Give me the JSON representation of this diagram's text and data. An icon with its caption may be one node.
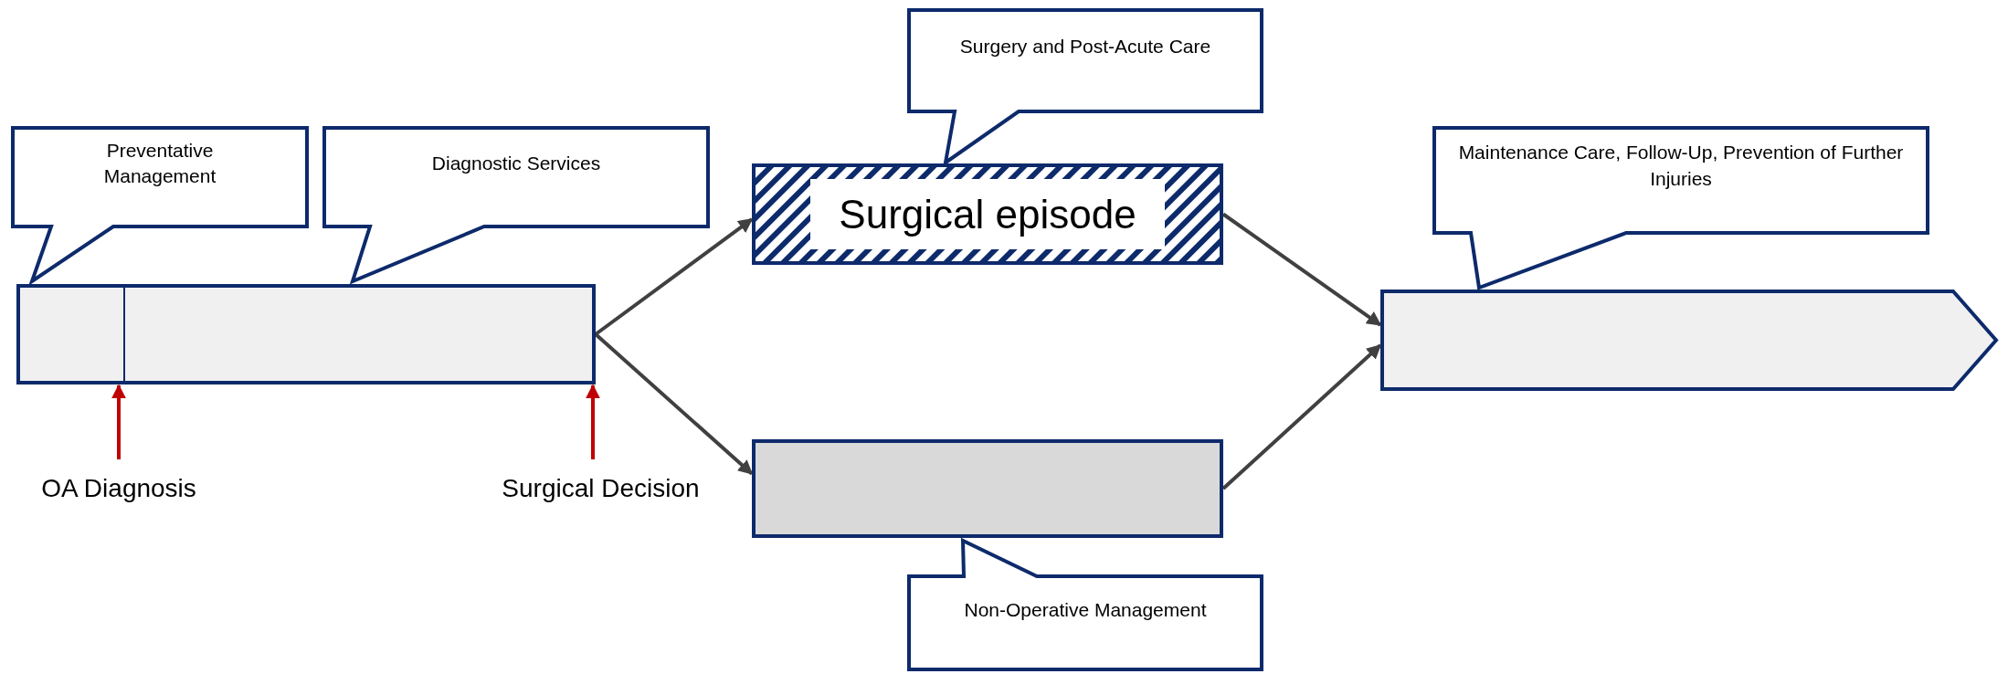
{
  "diagram": {
    "nodes": [
      {
        "text": [
          "Preventative Management"
        ]
      },
      {
        "text": [
          "Diagnostic Services"
        ]
      },
      {
        "text": [],
        "shape": "bar"
      },
      {
        "text": [
          "Surgical episode"
        ]
      },
      {
        "text": [
          "Surgery and Post-Acute Care"
        ]
      },
      {
        "text": [],
        "shape": "box"
      },
      {
        "text": [
          "Non-Operative Management"
        ]
      },
      {
        "text": [],
        "shape": "pentagon"
      },
      {
        "text": [
          "Maintenance Care, Follow-Up, Prevention of Further Injuries"
        ]
      },
      {
        "text": [
          "OA Diagnosis"
        ]
      },
      {
        "text": [
          "Surgical Decision"
        ]
      }
    ],
    "edges": [
      {
        "from": 2,
        "to": 3,
        "arrow": "to"
      },
      {
        "from": 2,
        "to": 5,
        "arrow": "to"
      },
      {
        "from": 3,
        "to": 7,
        "arrow": "to"
      },
      {
        "from": 5,
        "to": 7,
        "arrow": "to"
      },
      {
        "from": 9,
        "to": 2,
        "arrow": "to",
        "color": "#c00000"
      },
      {
        "from": 10,
        "to": 2,
        "arrow": "to",
        "color": "#c00000"
      }
    ]
  }
}
